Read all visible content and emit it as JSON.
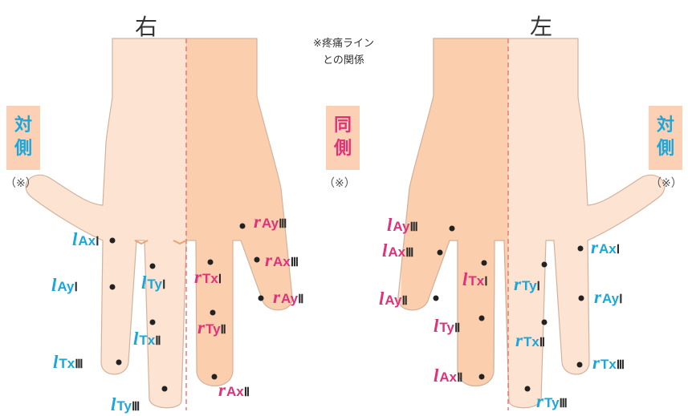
{
  "titles": {
    "right": "右",
    "left": "左"
  },
  "note": {
    "line1": "※疼痛ライン",
    "line2": "との関係"
  },
  "tags": {
    "left_tag": [
      "対",
      "側"
    ],
    "middle_tag": [
      "同",
      "側"
    ],
    "right_tag": [
      "対",
      "側"
    ],
    "paren": "（※）"
  },
  "colors": {
    "skin_light": "#fde3d2",
    "skin_dark": "#fbcfae",
    "outline": "#c9a892",
    "contralateral": "#1aa7dc",
    "ipsilateral": "#e0327a",
    "midline": "#e8736f"
  },
  "right_hand_labels": [
    {
      "pre": "l",
      "mid": "Ax",
      "roman": "Ⅰ"
    },
    {
      "pre": "l",
      "mid": "Ay",
      "roman": "Ⅰ"
    },
    {
      "pre": "l",
      "mid": "Ty",
      "roman": "Ⅰ"
    },
    {
      "pre": "l",
      "mid": "Tx",
      "roman": "Ⅱ"
    },
    {
      "pre": "l",
      "mid": "Tx",
      "roman": "Ⅲ"
    },
    {
      "pre": "l",
      "mid": "Ty",
      "roman": "Ⅲ"
    },
    {
      "pre": "r",
      "mid": "Ay",
      "roman": "Ⅲ"
    },
    {
      "pre": "r",
      "mid": "Ax",
      "roman": "Ⅲ"
    },
    {
      "pre": "r",
      "mid": "Tx",
      "roman": "Ⅰ"
    },
    {
      "pre": "r",
      "mid": "Ay",
      "roman": "Ⅱ"
    },
    {
      "pre": "r",
      "mid": "Ty",
      "roman": "Ⅱ"
    },
    {
      "pre": "r",
      "mid": "Ax",
      "roman": "Ⅱ"
    }
  ],
  "left_hand_labels": [
    {
      "pre": "l",
      "mid": "Ay",
      "roman": "Ⅲ"
    },
    {
      "pre": "l",
      "mid": "Ax",
      "roman": "Ⅲ"
    },
    {
      "pre": "l",
      "mid": "Tx",
      "roman": "Ⅰ"
    },
    {
      "pre": "l",
      "mid": "Ay",
      "roman": "Ⅱ"
    },
    {
      "pre": "l",
      "mid": "Ty",
      "roman": "Ⅱ"
    },
    {
      "pre": "l",
      "mid": "Ax",
      "roman": "Ⅱ"
    },
    {
      "pre": "r",
      "mid": "Ax",
      "roman": "Ⅰ"
    },
    {
      "pre": "r",
      "mid": "Ty",
      "roman": "Ⅰ"
    },
    {
      "pre": "r",
      "mid": "Ay",
      "roman": "Ⅰ"
    },
    {
      "pre": "r",
      "mid": "Tx",
      "roman": "Ⅱ"
    },
    {
      "pre": "r",
      "mid": "Tx",
      "roman": "Ⅲ"
    },
    {
      "pre": "r",
      "mid": "Ty",
      "roman": "Ⅲ"
    }
  ]
}
